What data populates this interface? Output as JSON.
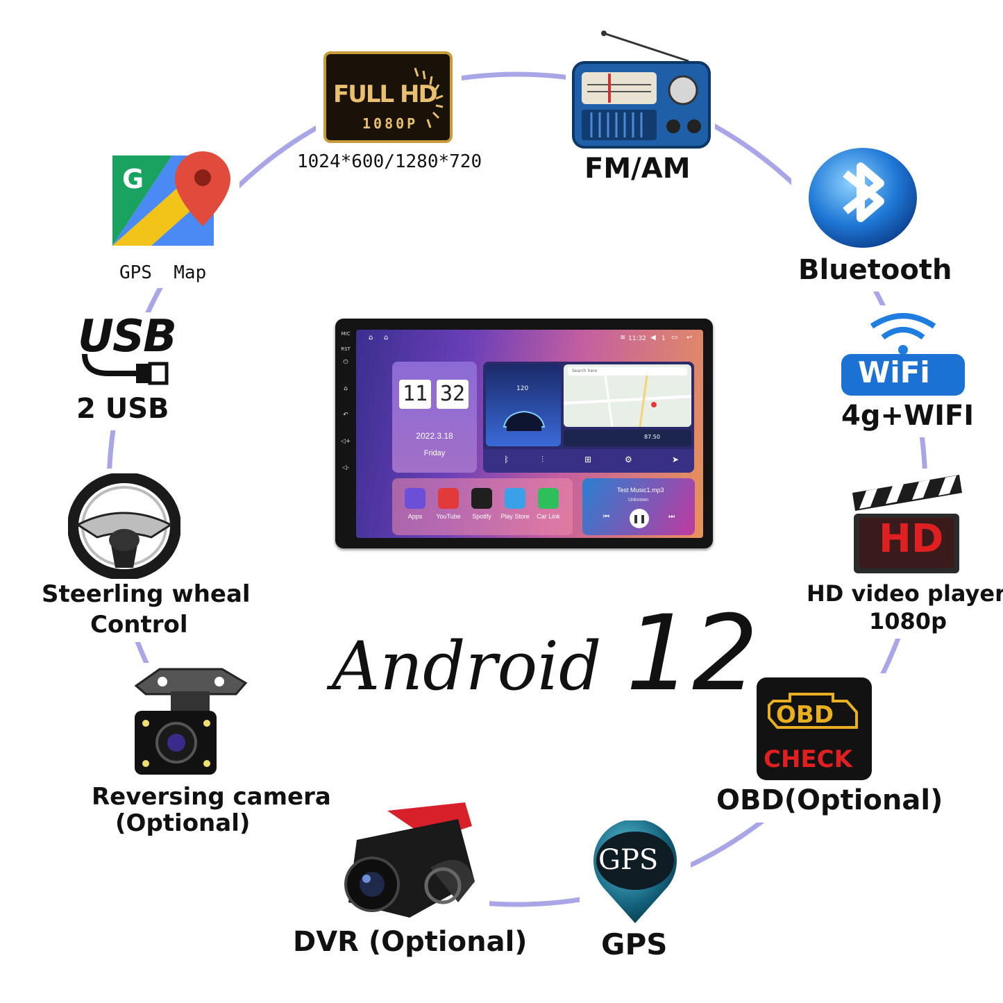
{
  "colors": {
    "ring": "#a9a6e8",
    "text": "#111111",
    "screen_gradient_start": "#3b2f8f",
    "screen_gradient_end": "#e8935a"
  },
  "features": {
    "fullhd": {
      "badge_main": "FULL HD",
      "badge_sub": "1080P",
      "caption": "1024*600/1280*720"
    },
    "fm_am": {
      "caption": "FM/AM"
    },
    "bluetooth": {
      "caption": "Bluetooth"
    },
    "wifi": {
      "badge": "WiFi",
      "caption": "4g+WIFI"
    },
    "hd_video": {
      "badge": "HD",
      "caption_line1": "HD video player",
      "caption_line2": "1080p"
    },
    "obd": {
      "badge_top": "OBD",
      "badge_bottom": "CHECK",
      "caption": "OBD(Optional)"
    },
    "gps": {
      "badge": "GPS",
      "caption": "GPS"
    },
    "dvr": {
      "caption": "DVR (Optional)"
    },
    "reversing_camera": {
      "caption_line1": "Reversing camera",
      "caption_line2": "(Optional)"
    },
    "steering": {
      "caption_line1": "Steerling wheal",
      "caption_line2": "Control"
    },
    "usb": {
      "logo": "USB",
      "caption": "2 USB"
    },
    "gps_map": {
      "badge": "G",
      "caption": "GPS  Map"
    }
  },
  "headline": {
    "word": "Android",
    "number": "12"
  },
  "head_unit": {
    "side_keys": [
      "MIC",
      "RST"
    ],
    "status_time": "11:32",
    "status_extra": "1",
    "clock_hours": "11",
    "clock_minutes": "32",
    "date": "2022.3.18",
    "weekday": "Friday",
    "speed": "120",
    "search_placeholder": "Search here",
    "radio_freq": "87.50",
    "apps": [
      {
        "label": "Apps",
        "color": "#6b4fd8"
      },
      {
        "label": "YouTube",
        "color": "#e23a3a"
      },
      {
        "label": "Spotify",
        "color": "#1f1f1f"
      },
      {
        "label": "Play Store",
        "color": "#3aa0e8"
      },
      {
        "label": "Car Link",
        "color": "#2fbf5a"
      }
    ],
    "music_title": "Test Music1.mp3",
    "music_artist": "Unknown"
  }
}
